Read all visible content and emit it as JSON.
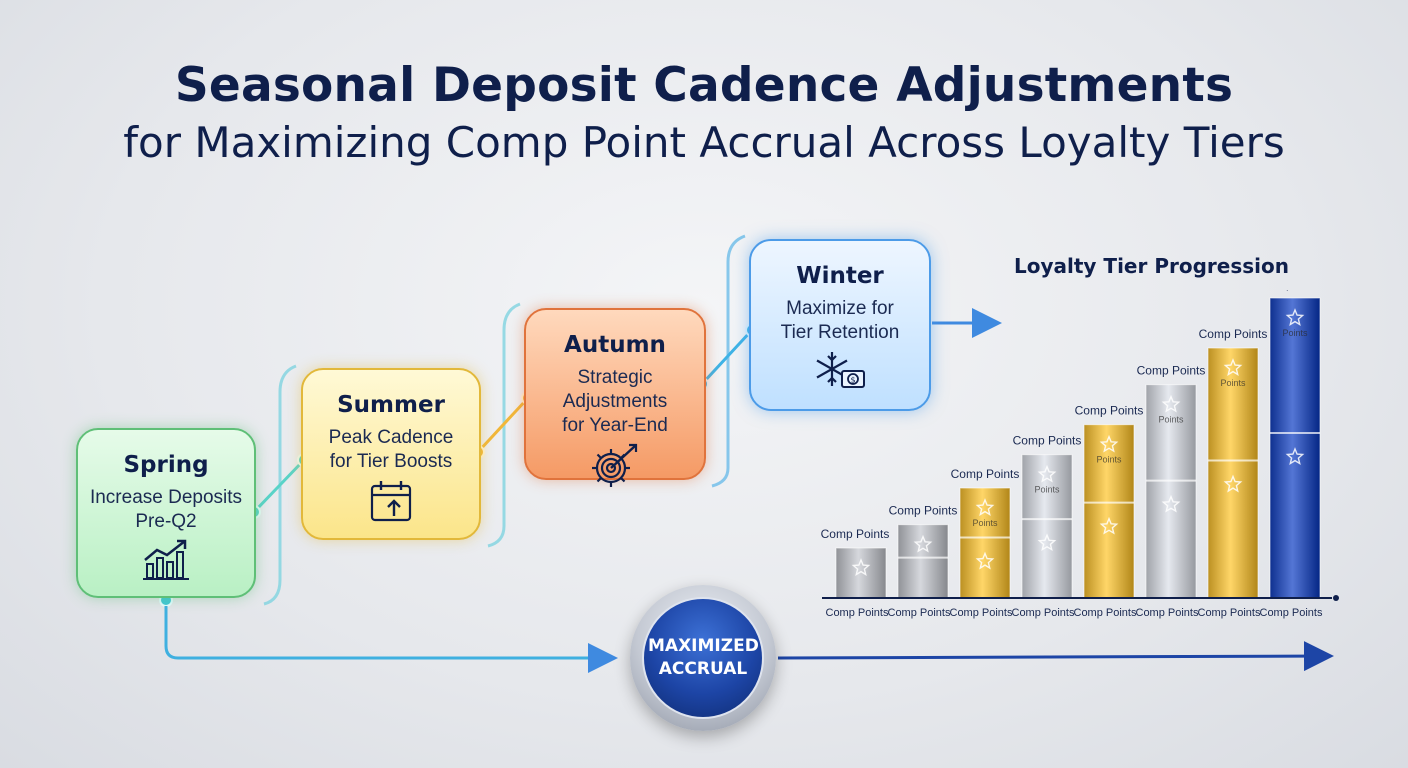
{
  "title": "Seasonal Deposit Cadence Adjustments",
  "subtitle": "for Maximizing Comp Point Accrual Across Loyalty Tiers",
  "seasons": [
    {
      "name": "Spring",
      "line1": "Increase Deposits",
      "line2": "Pre-Q2",
      "icon": "bar-chart-growth-icon",
      "color": "#5fbf77"
    },
    {
      "name": "Summer",
      "line1": "Peak Cadence",
      "line2": "for Tier Boosts",
      "icon": "calendar-upload-icon",
      "color": "#e2b83a"
    },
    {
      "name": "Autumn",
      "line1": "Strategic",
      "line2": "Adjustments",
      "line3": "for Year-End",
      "icon": "gear-target-icon",
      "color": "#e0733c"
    },
    {
      "name": "Winter",
      "line1": "Maximize for",
      "line2": "Tier Retention",
      "icon": "snowflake-money-icon",
      "color": "#4c9be8"
    }
  ],
  "badge": {
    "line1": "MAXIMIZED",
    "line2": "ACCRUAL"
  },
  "chart_data": {
    "type": "bar",
    "title": "Loyalty Tier Progression",
    "categories": [
      "Comp Points",
      "Comp Points",
      "Comp Points",
      "Comp Points",
      "Comp Points",
      "Comp Points",
      "Comp Points",
      "Comp Points"
    ],
    "bar_labels": [
      "Comp Points",
      "Comp Points",
      "Comp Points",
      "Comp Points",
      "Comp Points",
      "Comp Points",
      "Comp Points",
      "Comp Points"
    ],
    "segment_text": "Points",
    "values": [
      1.5,
      2.2,
      3.3,
      4.3,
      5.2,
      6.4,
      7.5,
      9.0
    ],
    "bar_colors": [
      "#a9abb0",
      "#a9abb0",
      "#d4a93b",
      "#b9bcc2",
      "#d4a93b",
      "#b9bcc2",
      "#d4a93b",
      "#2749a8"
    ],
    "grid": false,
    "legend": "none"
  }
}
